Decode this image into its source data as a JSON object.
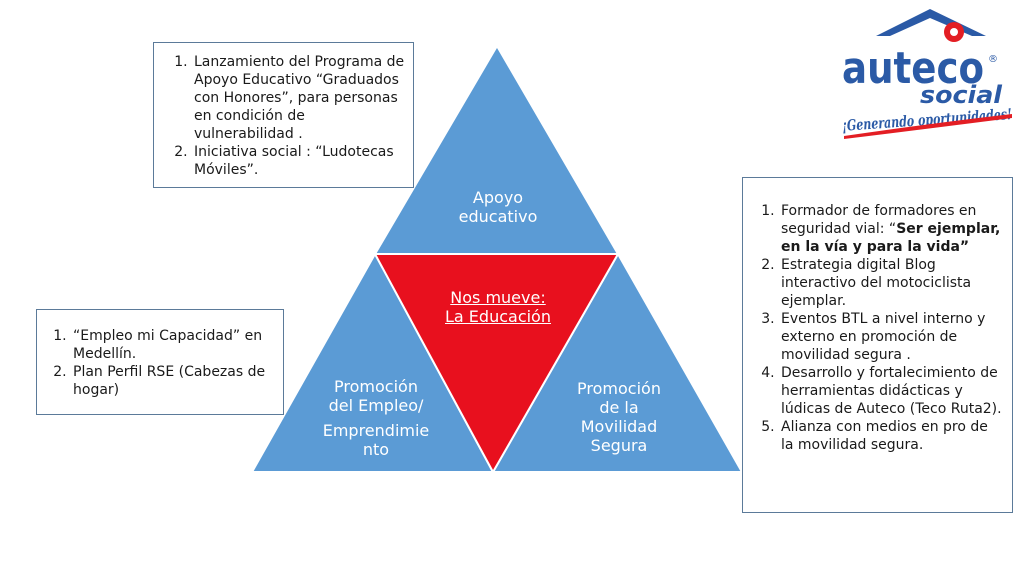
{
  "colors": {
    "triangle_blue": "#5b9bd5",
    "triangle_red": "#e8101e",
    "box_border": "#5b7a99",
    "logo_blue": "#2b5aa6",
    "logo_red": "#e31e24"
  },
  "diagram": {
    "top": {
      "label": [
        "Apoyo",
        "educativo"
      ]
    },
    "center": {
      "label": [
        "Nos mueve:",
        "La Educación"
      ]
    },
    "left": {
      "label": [
        "Promoción",
        "del Empleo/",
        "Emprendimie",
        "nto"
      ]
    },
    "right": {
      "label": [
        "Promoción",
        "de la",
        "Movilidad",
        "Segura"
      ]
    }
  },
  "boxes": {
    "top_left": {
      "items": [
        "Lanzamiento del Programa de Apoyo Educativo “Graduados con Honores”, para personas en condición de vulnerabilidad .",
        "Iniciativa social : “Ludotecas Móviles”."
      ]
    },
    "left": {
      "items": [
        "“Empleo mi Capacidad” en Medellín.",
        "Plan Perfil RSE (Cabezas de hogar)"
      ]
    },
    "right": {
      "item1_prefix": "Formador de formadores en seguridad vial: “",
      "item1_bold": "Ser ejemplar, en la vía y para la vida”",
      "items": [
        "Estrategia digital Blog interactivo del motociclista ejemplar.",
        "Eventos  BTL a nivel interno y externo en promoción de movilidad segura .",
        "Desarrollo y fortalecimiento de herramientas didácticas y lúdicas de Auteco (Teco Ruta2).",
        "Alianza con medios en pro de la movilidad segura."
      ]
    }
  },
  "logo": {
    "brand": "auteco",
    "registered": "®",
    "sub": "social",
    "tagline": "¡Generando oportunidades!"
  }
}
